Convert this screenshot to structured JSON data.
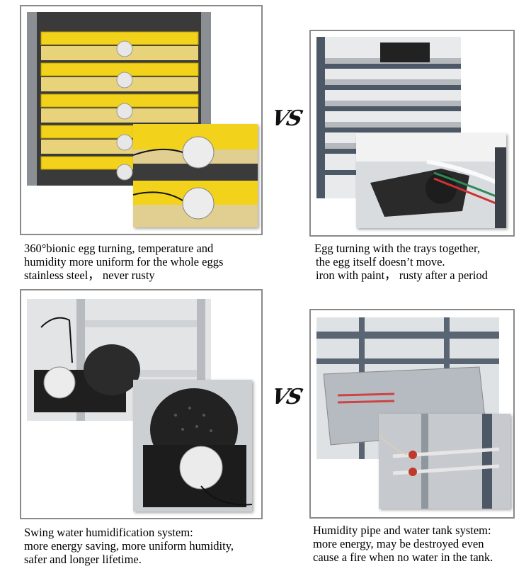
{
  "vs_label": "VS",
  "panels": {
    "top_left": {
      "lines": [
        "360°bionic egg turning, temperature and",
        "humidity more uniform for the whole eggs",
        "stainless steel，  never rusty"
      ]
    },
    "top_right": {
      "lines": [
        "Egg turning with the trays together,",
        "the egg itself doesn’t move.",
        "iron with paint，  rusty after a period"
      ]
    },
    "bottom_left": {
      "lines": [
        "Swing water humidification system:",
        "more energy saving, more uniform humidity,",
        " safer and longer lifetime."
      ]
    },
    "bottom_right": {
      "lines": [
        "Humidity pipe and water tank system:",
        "more energy, may be destroyed even",
        "cause a fire when no water in the tank."
      ]
    }
  },
  "colors": {
    "tray_yellow": "#f2d21a",
    "frame_border": "#8a8a8a",
    "steel": "#c9ccd0",
    "iron_rack": "#4d5866"
  }
}
